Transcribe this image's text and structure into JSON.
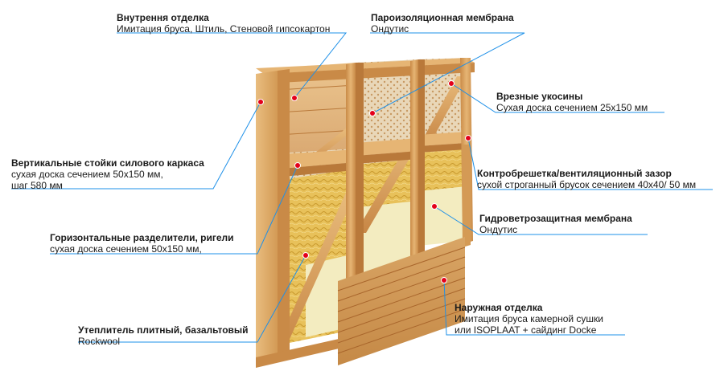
{
  "colors": {
    "leader_line": "#1e90e8",
    "marker": "#e3001b",
    "wood_light": "#e6b574",
    "wood_mid": "#d49a55",
    "wood_dark": "#b9793a",
    "insulation": "#e8c15a",
    "membrane_cream": "#f3ecc0",
    "vapor_membrane": "#e9d7b8"
  },
  "callouts": {
    "inner_finish": {
      "title": "Внутрення отделка",
      "sub": "Имитация бруса, Штиль, Стеновой гипсокартон"
    },
    "vapor_barrier": {
      "title": "Пароизоляционная мембрана",
      "sub": "Ондутис"
    },
    "braces": {
      "title": "Врезные укосины",
      "sub": "Сухая доска сечением 25х150 мм"
    },
    "vertical_studs": {
      "title": "Вертикальные стойки силового каркаса",
      "sub": "сухая доска сечением 50х150 мм,",
      "sub2": "шаг 580 мм"
    },
    "counter_batten": {
      "title": "Контробрешетка/вентиляционный зазор",
      "sub": "сухой строганный брусок сечением 40х40/ 50 мм"
    },
    "wind_membrane": {
      "title": "Гидроветрозащитная мембрана",
      "sub": "Ондутис"
    },
    "horizontal_dividers": {
      "title": "Горизонтальные разделители, ригели",
      "sub": "сухая доска сечением 50х150 мм,"
    },
    "outer_finish": {
      "title": "Наружная отделка",
      "sub": "Имитация бруса камерной сушки",
      "sub2": "или ISOPLAAT + сайдинг Docke"
    },
    "insulation": {
      "title": "Утеплитель плитный, базальтовый",
      "sub": "Rockwool"
    }
  }
}
